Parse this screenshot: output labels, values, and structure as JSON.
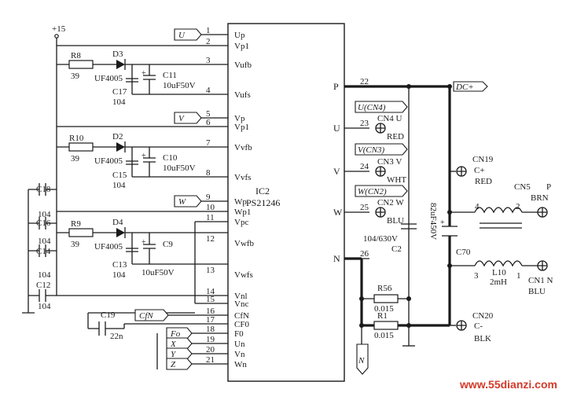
{
  "supply": "+15",
  "ic": {
    "ref": "IC2",
    "part": "PS21246"
  },
  "left_pins": [
    {
      "num": "1",
      "name": "Up"
    },
    {
      "num": "2",
      "name": "Vp1"
    },
    {
      "num": "3",
      "name": "Vufb"
    },
    {
      "num": "4",
      "name": "Vufs"
    },
    {
      "num": "5",
      "name": "Vp"
    },
    {
      "num": "6",
      "name": "Vp1"
    },
    {
      "num": "7",
      "name": "Vvfb"
    },
    {
      "num": "8",
      "name": "Vvfs"
    },
    {
      "num": "9",
      "name": "Wp"
    },
    {
      "num": "10",
      "name": "Wp1"
    },
    {
      "num": "11",
      "name": "Vpc"
    },
    {
      "num": "12",
      "name": "Vwfb"
    },
    {
      "num": "13",
      "name": "Vwfs"
    },
    {
      "num": "14",
      "name": "Vnl"
    },
    {
      "num": "15",
      "name": "Vnc"
    },
    {
      "num": "16",
      "name": "CfN"
    },
    {
      "num": "17",
      "name": "CF0"
    },
    {
      "num": "18",
      "name": "F0"
    },
    {
      "num": "19",
      "name": "Un"
    },
    {
      "num": "20",
      "name": "Vn"
    },
    {
      "num": "21",
      "name": "Wn"
    }
  ],
  "right_pins": [
    {
      "num": "22",
      "name": "P"
    },
    {
      "num": "23",
      "name": "U"
    },
    {
      "num": "24",
      "name": "V"
    },
    {
      "num": "25",
      "name": "W"
    },
    {
      "num": "26",
      "name": "N"
    }
  ],
  "inputs_top": [
    "U",
    "V",
    "W"
  ],
  "input_cfn": "CfN",
  "inputs_bottom": [
    "Fo",
    "X",
    "Y",
    "Z"
  ],
  "bootstrap": [
    {
      "r": "R8",
      "rv": "39",
      "d": "D3",
      "dv": "UF4005",
      "c_big": "C11",
      "c_big_v": "10uF50V",
      "c_small": "C17",
      "c_small_v": "104"
    },
    {
      "r": "R10",
      "rv": "39",
      "d": "D2",
      "dv": "UF4005",
      "c_big": "C10",
      "c_big_v": "10uF50V",
      "c_small": "C15",
      "c_small_v": "104"
    },
    {
      "r": "R9",
      "rv": "39",
      "d": "D4",
      "dv": "UF4005",
      "c_big": "C9",
      "c_big_v": "10uF50V",
      "c_small": "C13",
      "c_small_v": "104"
    }
  ],
  "decoupling": [
    {
      "ref": "C18",
      "val": "104"
    },
    {
      "ref": "C16",
      "val": "104"
    },
    {
      "ref": "C14",
      "val": "104"
    },
    {
      "ref": "C12",
      "val": "104"
    }
  ],
  "c19": {
    "ref": "C19",
    "val": "22n"
  },
  "out_tags": [
    "U(CN4)",
    "V(CN3)",
    "W(CN2)"
  ],
  "connectors": {
    "cn4": {
      "ref": "CN4 U",
      "color": "RED"
    },
    "cn3": {
      "ref": "CN3 V",
      "color": "WHT"
    },
    "cn2": {
      "ref": "CN2 W",
      "color": "BLU"
    },
    "cn19": {
      "ref": "CN19",
      "pol": "C+",
      "color": "RED"
    },
    "cn20": {
      "ref": "CN20",
      "pol": "C-",
      "color": "BLK"
    },
    "cn5": {
      "ref": "CN5",
      "color": "BRN",
      "pin": "P"
    },
    "cn1": {
      "ref": "CN1 N",
      "color": "BLU"
    }
  },
  "dc_plus": "DC+",
  "n_tag": "N",
  "c2": {
    "ref": "C2",
    "val": "104/630V"
  },
  "c70": {
    "ref": "C70",
    "val": "82uF450V"
  },
  "l10": {
    "ref": "L10",
    "val": "2mH"
  },
  "coil_pins": [
    "4",
    "2",
    "3",
    "1"
  ],
  "r56": {
    "ref": "R56",
    "val": "0.015"
  },
  "r1": {
    "ref": "R1",
    "val": "0.015"
  },
  "watermark": "www.55dianzi.com"
}
